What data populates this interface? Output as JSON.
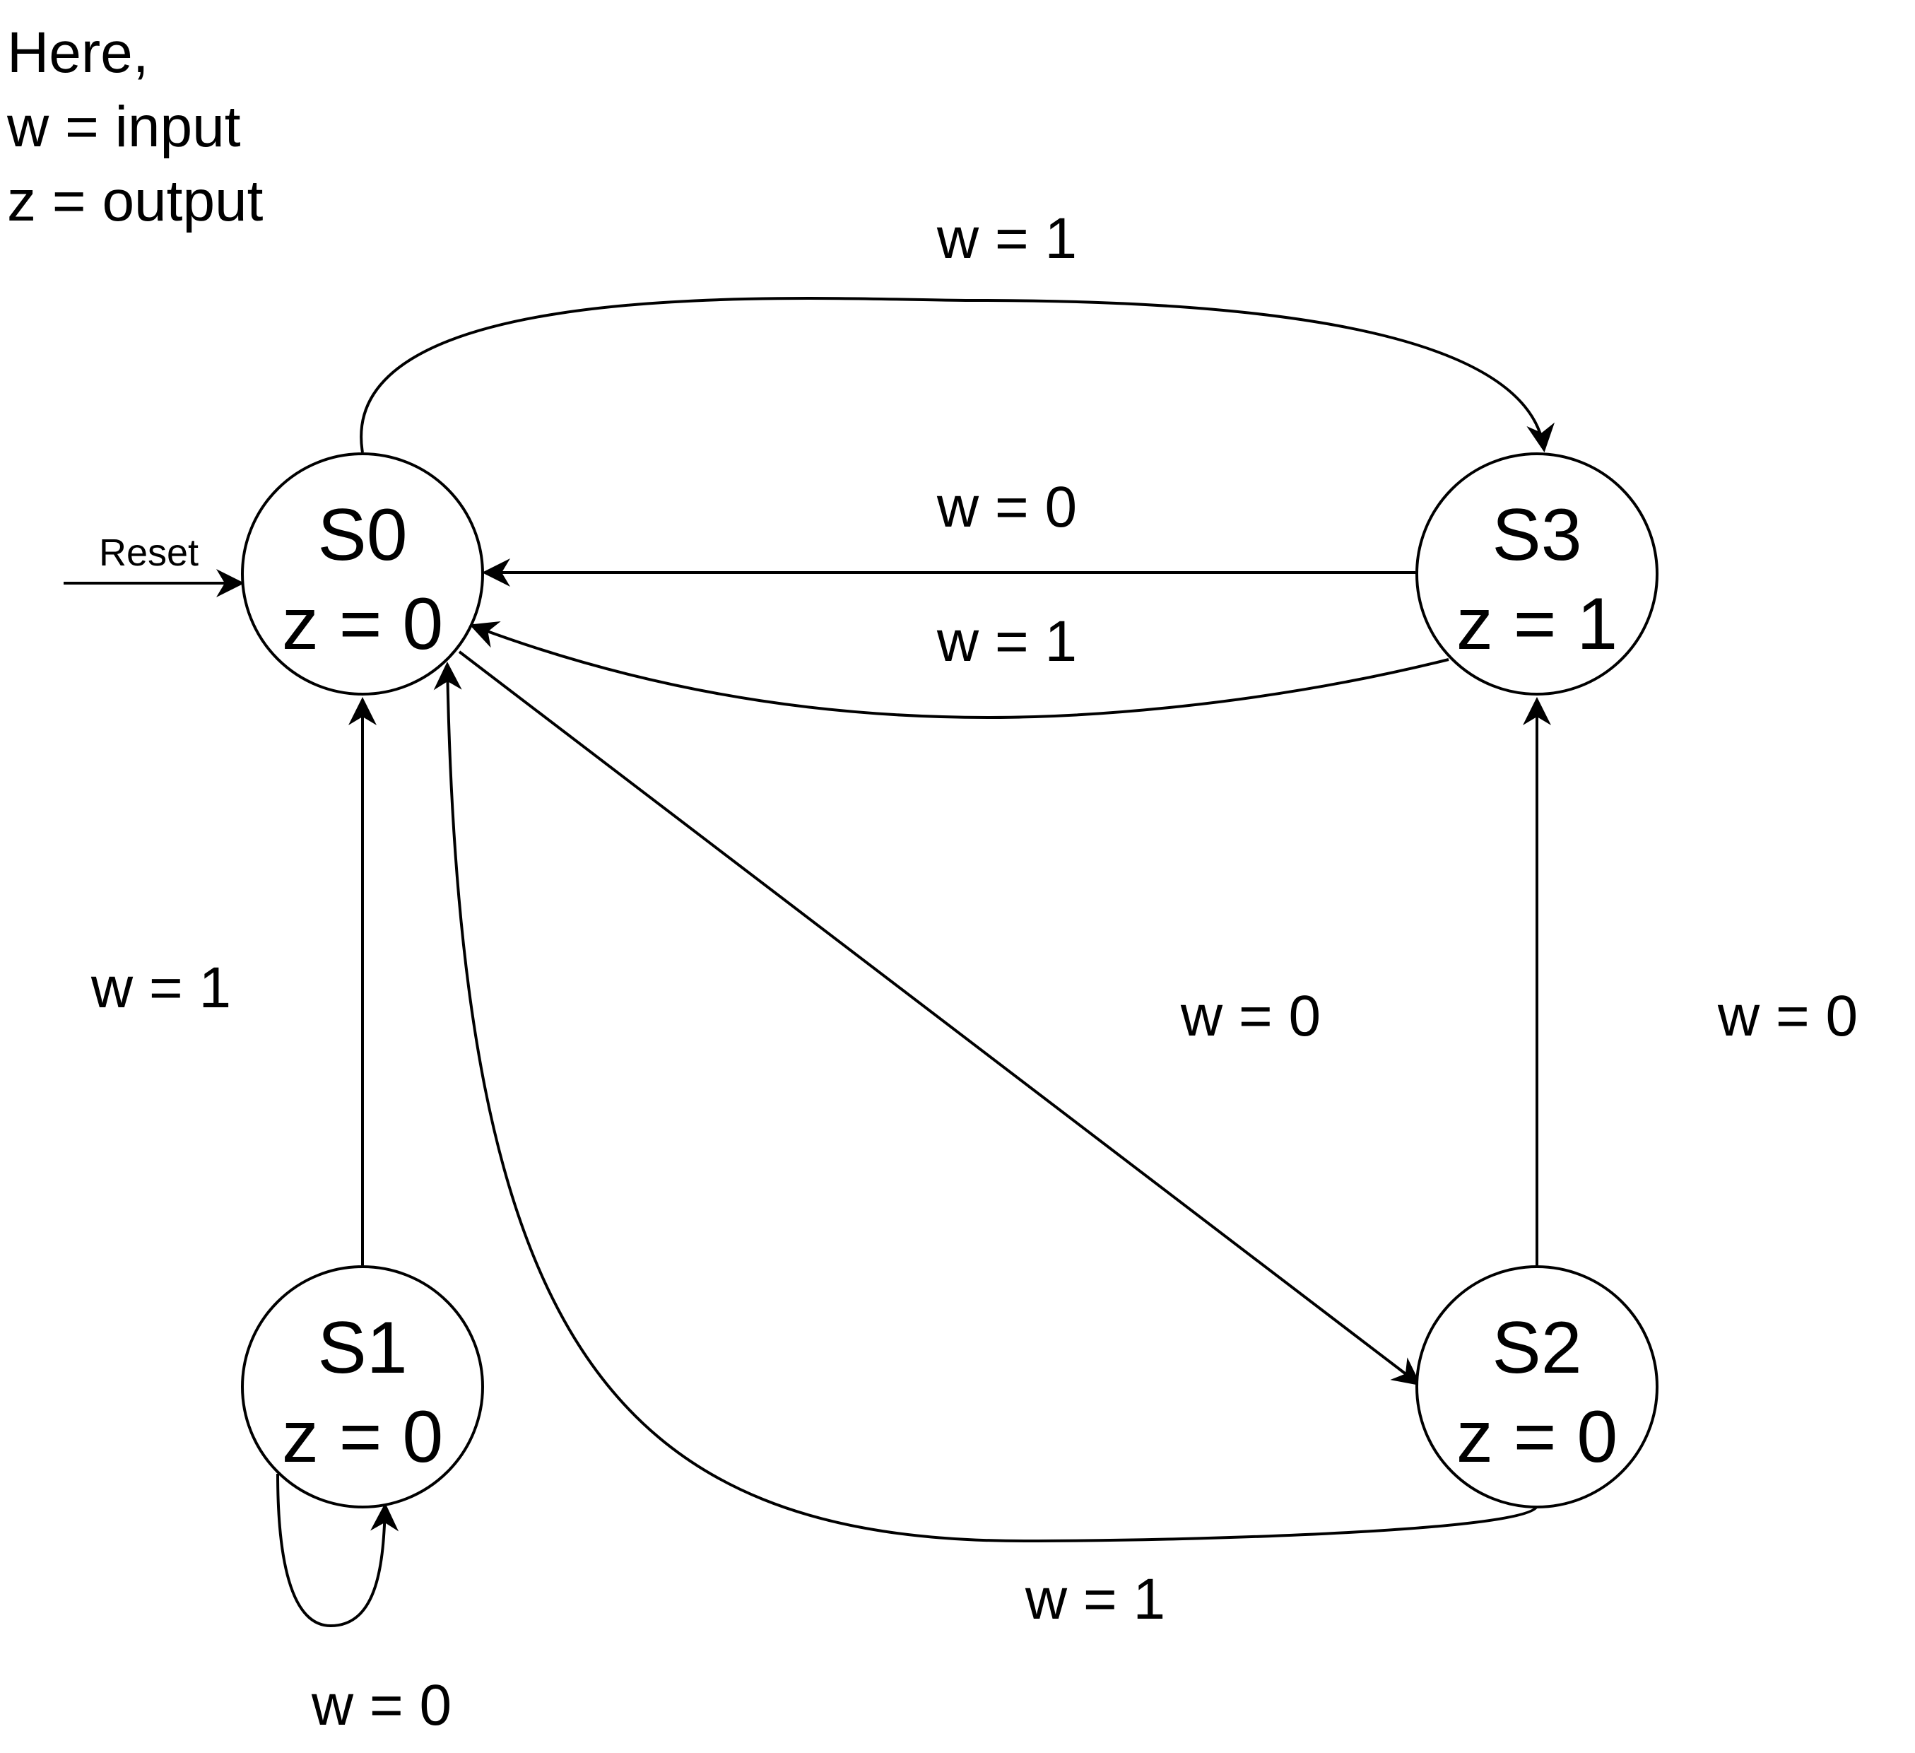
{
  "legend": {
    "line1": "Here,",
    "line2": "w = input",
    "line3": "z = output"
  },
  "reset_label": "Reset",
  "states": {
    "s0": {
      "name": "S0",
      "output": "z = 0"
    },
    "s1": {
      "name": "S1",
      "output": "z = 0"
    },
    "s2": {
      "name": "S2",
      "output": "z = 0"
    },
    "s3": {
      "name": "S3",
      "output": "z = 1"
    }
  },
  "transitions": {
    "s0_to_s3": "w = 1",
    "s3_to_s0_w0": "w = 0",
    "s3_to_s0_w1": "w = 1",
    "s1_to_s0": "w = 1",
    "s0_to_s2": "w = 0",
    "s2_to_s3": "w = 0",
    "s2_to_s0": "w = 1",
    "s1_self": "w = 0"
  }
}
